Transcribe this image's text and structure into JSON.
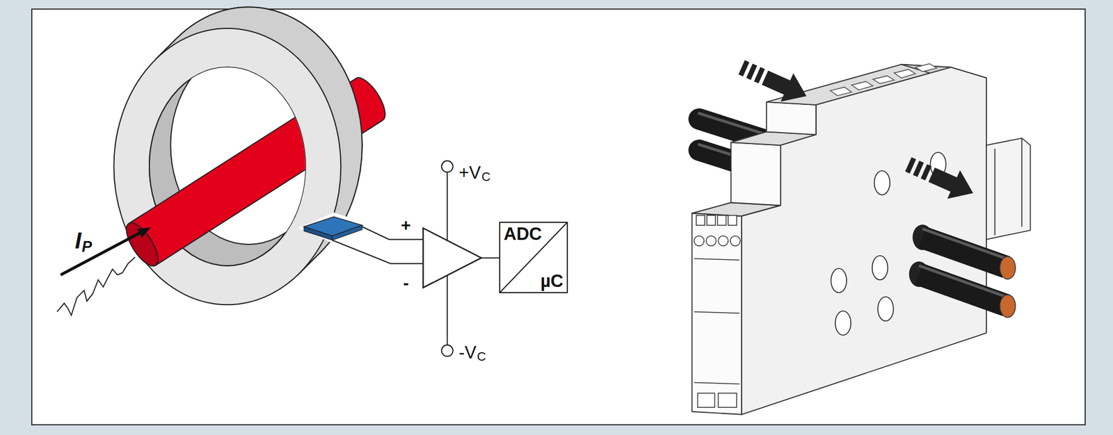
{
  "diagram": {
    "nodes": [
      {
        "text": [
          "ADC",
          "µC"
        ]
      }
    ],
    "labels": [
      "I",
      "P",
      "+V",
      "C",
      "-V",
      "C",
      "+",
      "-"
    ]
  }
}
